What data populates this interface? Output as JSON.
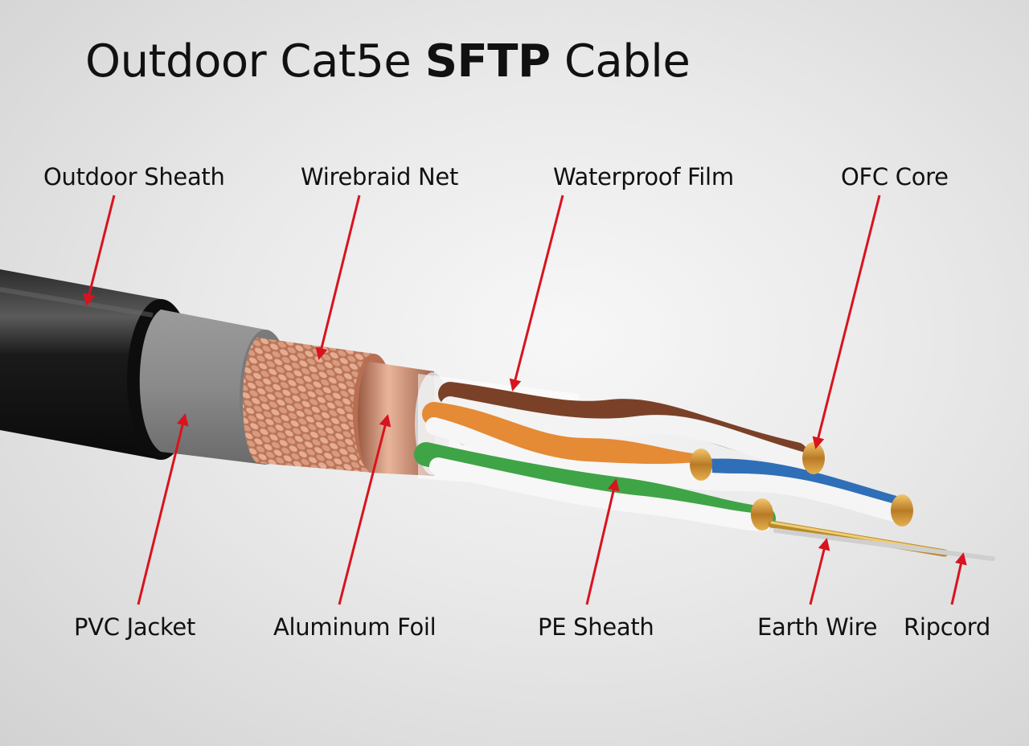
{
  "title": {
    "part1": "Outdoor Cat5e ",
    "bold": "SFTP",
    "part2": " Cable"
  },
  "labels": {
    "outdoor_sheath": "Outdoor Sheath",
    "wirebraid_net": "Wirebraid Net",
    "waterproof_film": "Waterproof Film",
    "ofc_core": "OFC Core",
    "pvc_jacket": "PVC Jacket",
    "aluminum_foil": "Aluminum Foil",
    "pe_sheath": "PE Sheath",
    "earth_wire": "Earth Wire",
    "ripcord": "Ripcord"
  },
  "colors": {
    "arrow": "#d8141e",
    "sheath": "#151515",
    "jacket": "#8a8a8a",
    "braid": "#c98567",
    "foil": "#b8735a",
    "orange": "#e58a35",
    "green": "#3fa446",
    "blue": "#2f6fb8",
    "brown": "#7a4128",
    "copper": "#d49a3c"
  }
}
